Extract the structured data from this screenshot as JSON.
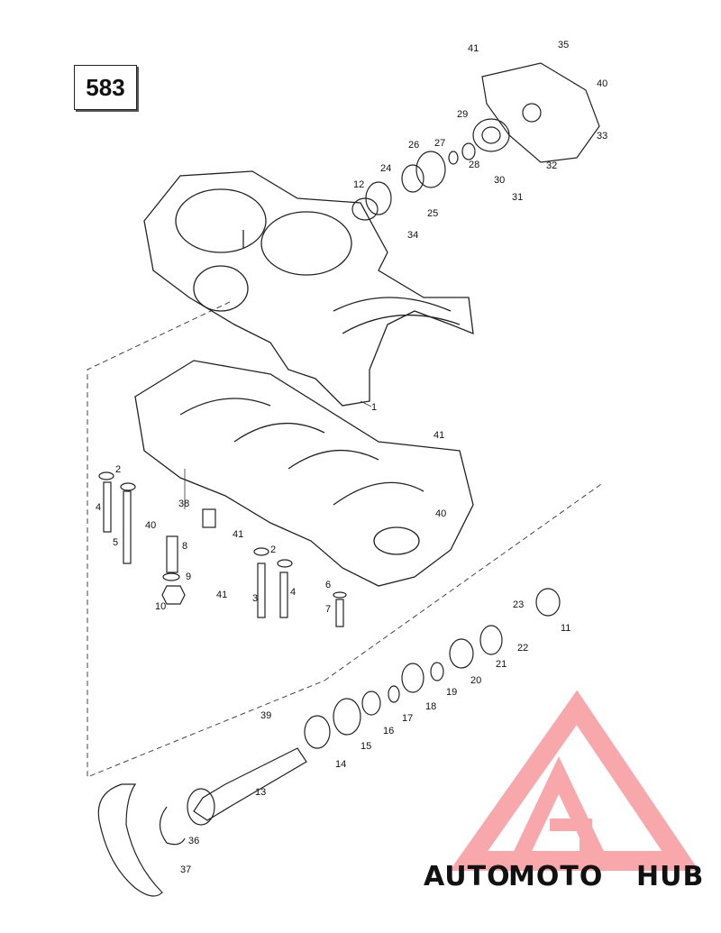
{
  "diagram": {
    "page_number": "583",
    "callouts": {
      "c1": "1",
      "c2a": "2",
      "c2b": "2",
      "c3": "3",
      "c4a": "4",
      "c4b": "4",
      "c5": "5",
      "c6": "6",
      "c7": "7",
      "c8": "8",
      "c9": "9",
      "c10": "10",
      "c11": "11",
      "c12": "12",
      "c13": "13",
      "c14": "14",
      "c15": "15",
      "c16": "16",
      "c17": "17",
      "c18": "18",
      "c19": "19",
      "c20": "20",
      "c21": "21",
      "c22": "22",
      "c23": "23",
      "c24": "24",
      "c25": "25",
      "c26": "26",
      "c27": "27",
      "c28": "28",
      "c29": "29",
      "c30": "30",
      "c31": "31",
      "c32": "32",
      "c33": "33",
      "c34": "34",
      "c35": "35",
      "c36": "36",
      "c37": "37",
      "c38": "38",
      "c39": "39",
      "c40a": "40",
      "c40b": "40",
      "c40c": "40",
      "c41a": "41",
      "c41b": "41",
      "c41c": "41",
      "c41d": "41"
    }
  },
  "watermark": {
    "text_part1": "AUTO",
    "text_part2": "MOTO",
    "text_part3": "HUB",
    "color_part1": "#f7c29a",
    "color_part2": "#f39aa0",
    "color_part3": "#9a9a9a",
    "logo_color": "#f7989d"
  }
}
